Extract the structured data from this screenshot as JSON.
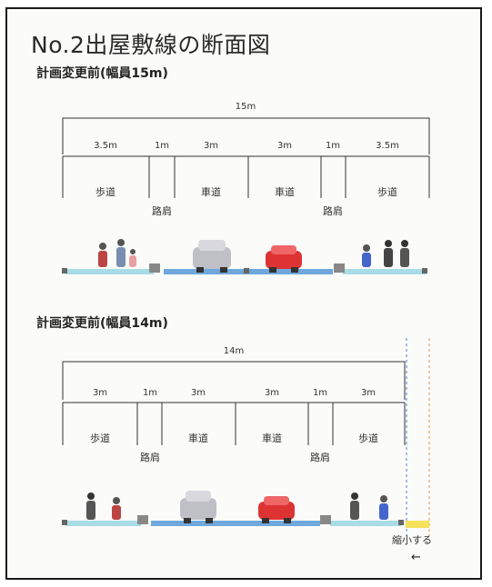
{
  "title": "No.2出屋敷線の断面図",
  "before": {
    "subtitle": "計画変更前(幅員15m)",
    "total_width": "15m",
    "widths": [
      "3.5m",
      "1m",
      "3m",
      "3m",
      "1m",
      "3.5m"
    ],
    "segments": [
      "歩道",
      "車道",
      "車道",
      "歩道"
    ],
    "shoulders": [
      "路肩",
      "路肩"
    ]
  },
  "after": {
    "subtitle": "計画変更前(幅員14m)",
    "total_width": "14m",
    "widths": [
      "3m",
      "1m",
      "3m",
      "3m",
      "1m",
      "3m"
    ],
    "segments": [
      "歩道",
      "車道",
      "車道",
      "歩道"
    ],
    "shoulders": [
      "路肩",
      "路肩"
    ],
    "shrink_label": "縮小する",
    "arrow": "←"
  },
  "colors": {
    "sidewalk": "#a8dce6",
    "road": "#6fa8dc",
    "curb": "#777777",
    "shrink_band": "#f5e25a",
    "guide_blue": "#5a7fd0",
    "guide_orange": "#e8934a"
  }
}
